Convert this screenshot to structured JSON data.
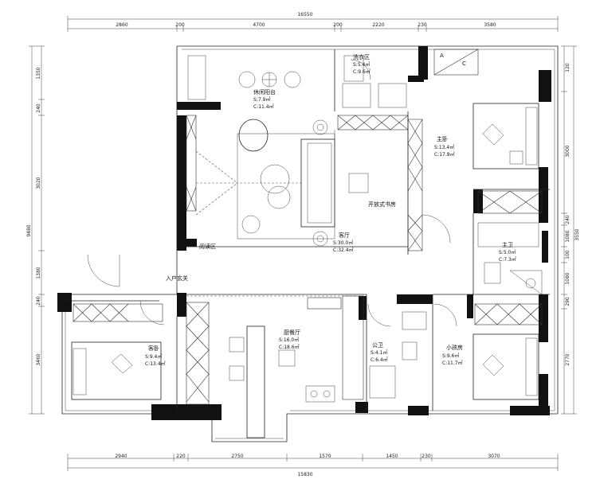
{
  "dimensions": {
    "top_total": "16550",
    "top": [
      "2860",
      "200",
      "4700",
      "200",
      "2220",
      "230",
      "3580"
    ],
    "bottom_total": "15830",
    "bottom": [
      "2940",
      "220",
      "2750",
      "1570",
      "1450",
      "230",
      "3070"
    ],
    "left_total": "9480",
    "left": [
      "1350",
      "240",
      "3020",
      "1380",
      "240",
      "3460"
    ],
    "right": [
      "120",
      "3000",
      "240",
      "1080",
      "100",
      "1080",
      "290",
      "2770"
    ],
    "right_sub": "3550"
  },
  "rooms": {
    "balcony": {
      "name": "休闲阳台",
      "s": "S:7.9㎡",
      "c": "C:11.4㎡"
    },
    "laundry": {
      "name": "洗衣区",
      "s": "S:5.4㎡",
      "c": "C:9.6㎡"
    },
    "master": {
      "name": "主卧",
      "s": "S:13.4㎡",
      "c": "C:17.8㎡"
    },
    "study": {
      "name": "开放式书房"
    },
    "master_bath": {
      "name": "主卫",
      "s": "S:5.0㎡",
      "c": "C:7.3㎡"
    },
    "living": {
      "name": "客厅",
      "s": "S:30.0㎡",
      "c": "C:32.4㎡"
    },
    "reading": {
      "name": "阅读区"
    },
    "entry": {
      "name": "入户玄关"
    },
    "guest": {
      "name": "客卧",
      "s": "S:9.4㎡",
      "c": "C:13.4㎡"
    },
    "dining": {
      "name": "厨餐厅",
      "s": "S:16.0㎡",
      "c": "C:18.6㎡"
    },
    "public_bath": {
      "name": "公卫",
      "s": "S:4.1㎡",
      "c": "C:6.4㎡"
    },
    "kids": {
      "name": "小孩房",
      "s": "S:9.6㎡",
      "c": "C:11.7㎡"
    }
  },
  "markers": {
    "a": "A",
    "c": "C"
  }
}
